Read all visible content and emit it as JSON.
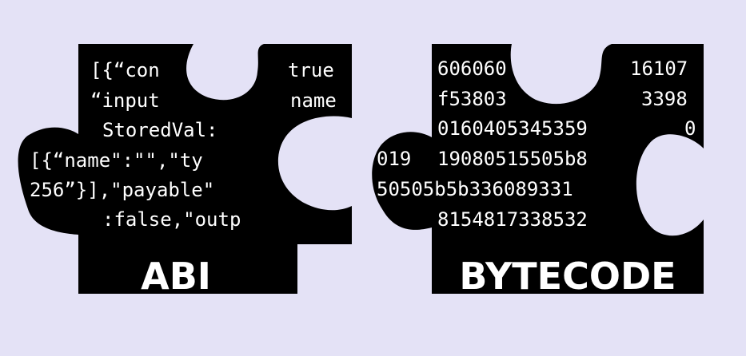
{
  "abi_piece": {
    "label": "ABI",
    "lines": [
      "[{“con",
      "true",
      "“input",
      "name",
      "StoredVal:",
      "[{“name\":\"\",\"ty",
      "256”}],\"payable\"",
      ":false,\"outp"
    ]
  },
  "bytecode_piece": {
    "label": "BYTECODE",
    "lines": [
      "606060",
      "16107",
      "f53803",
      "3398",
      "0160405345359",
      "0",
      "019",
      "19080515505b8",
      "50505b5b336089331",
      "8154817338532"
    ]
  },
  "colors": {
    "background": "#e4e2f6",
    "piece": "#000000",
    "text": "#ffffff"
  }
}
